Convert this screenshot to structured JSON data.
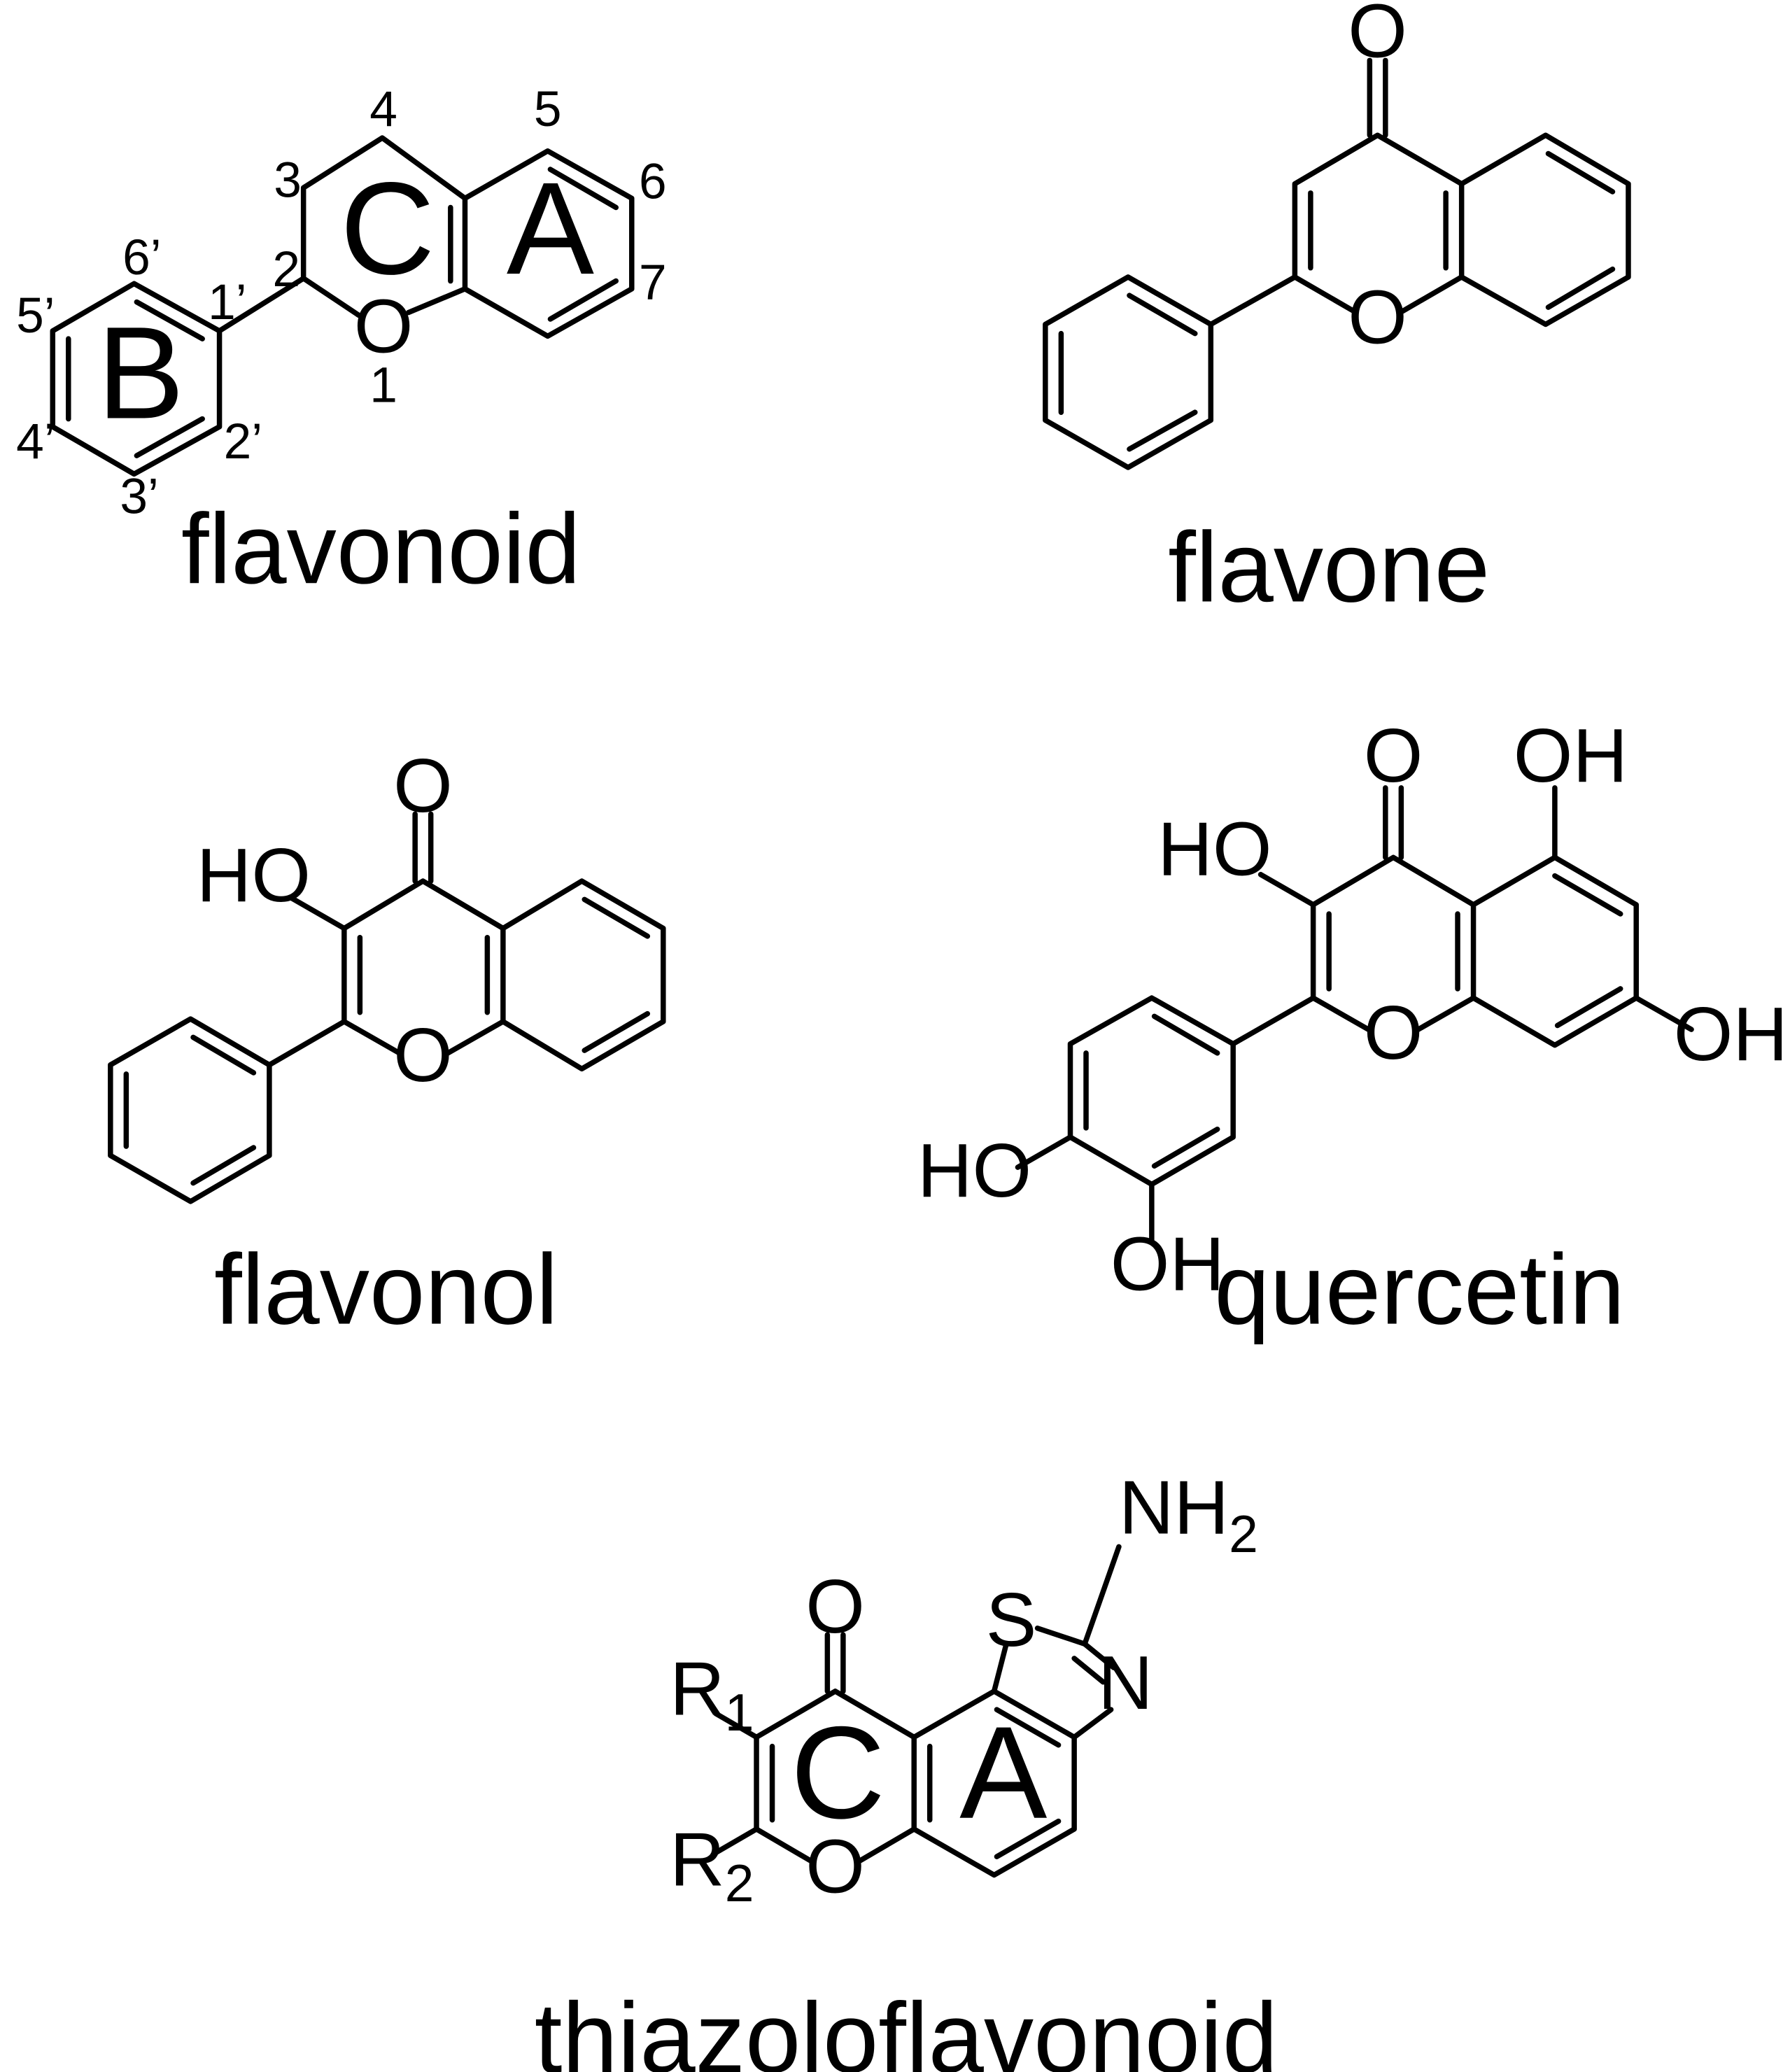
{
  "molecules": {
    "flavonoid": {
      "caption": "flavonoid",
      "ring_labels": {
        "a": "A",
        "b": "B",
        "c": "C"
      },
      "atom_o": "O",
      "numbers": {
        "n1": "1",
        "n2": "2",
        "n3": "3",
        "n4": "4",
        "n5": "5",
        "n6": "6",
        "n7": "7",
        "n1p": "1’",
        "n2p": "2’",
        "n3p": "3’",
        "n4p": "4’",
        "n5p": "5’",
        "n6p": "6’"
      }
    },
    "flavone": {
      "caption": "flavone",
      "atom_ring_o": "O",
      "atom_carbonyl_o": "O"
    },
    "flavonol": {
      "caption": "flavonol",
      "atom_ring_o": "O",
      "atom_carbonyl_o": "O",
      "atom_ho": "HO"
    },
    "quercetin": {
      "caption": "quercetin",
      "atom_ring_o": "O",
      "atom_carbonyl_o": "O",
      "atom_ho3": "HO",
      "atom_oh5": "OH",
      "atom_oh7": "OH",
      "atom_ho4p": "HO",
      "atom_oh3p": "OH"
    },
    "thiazoloflavonoid": {
      "caption": "thiazoloflavonoid",
      "ring_labels": {
        "a": "A",
        "c": "C"
      },
      "atom_ring_o": "O",
      "atom_carbonyl_o": "O",
      "atom_s": "S",
      "atom_n": "N",
      "nh2": {
        "main": "NH",
        "sub": "2"
      },
      "r1": {
        "main": "R",
        "sub": "1"
      },
      "r2": {
        "main": "R",
        "sub": "2"
      }
    }
  }
}
